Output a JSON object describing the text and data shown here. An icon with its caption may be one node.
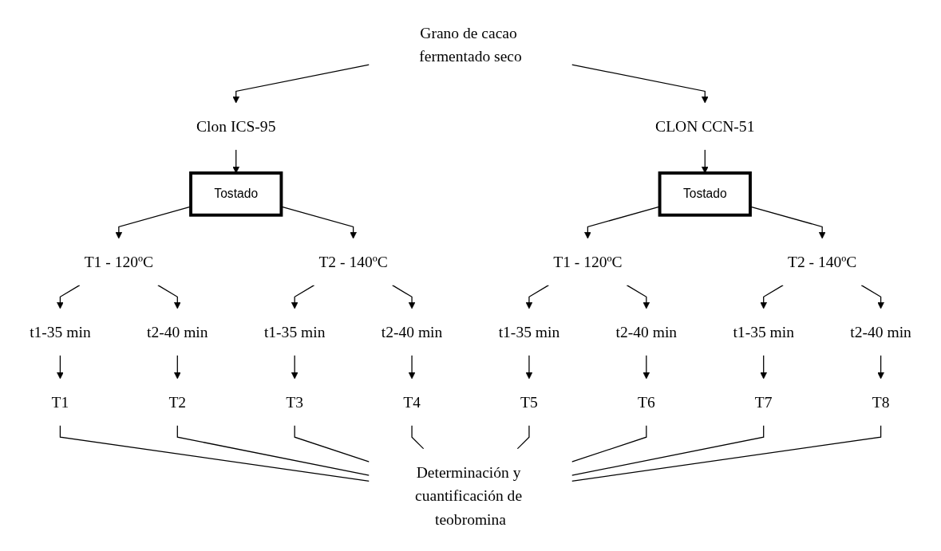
{
  "diagram": {
    "nodes": [
      {
        "text": [
          "Grano de cacao fermentado seco"
        ]
      },
      {
        "text": [
          "Clon ICS-95"
        ]
      },
      {
        "text": [
          "CLON CCN-51"
        ]
      },
      {
        "text": [
          "Tostado"
        ]
      },
      {
        "text": [
          "Tostado"
        ]
      },
      {
        "text": [
          "T1 - 120ºC"
        ]
      },
      {
        "text": [
          "T2 - 140ºC"
        ]
      },
      {
        "text": [
          "T1 - 120ºC"
        ]
      },
      {
        "text": [
          "T2 - 140ºC"
        ]
      },
      {
        "text": [
          "t1-35 min"
        ]
      },
      {
        "text": [
          "t2-40 min"
        ]
      },
      {
        "text": [
          "t1-35 min"
        ]
      },
      {
        "text": [
          "t2-40 min"
        ]
      },
      {
        "text": [
          "t1-35 min"
        ]
      },
      {
        "text": [
          "t2-40 min"
        ]
      },
      {
        "text": [
          "t1-35 min"
        ]
      },
      {
        "text": [
          "t2-40 min"
        ]
      },
      {
        "text": [
          "T1"
        ]
      },
      {
        "text": [
          "T2"
        ]
      },
      {
        "text": [
          "T3"
        ]
      },
      {
        "text": [
          "T4"
        ]
      },
      {
        "text": [
          "T5"
        ]
      },
      {
        "text": [
          "T6"
        ]
      },
      {
        "text": [
          "T7"
        ]
      },
      {
        "text": [
          "T8"
        ]
      },
      {
        "text": [
          "Determinación y cuantificación de teobromina"
        ]
      }
    ],
    "edges": [
      {
        "from": 0,
        "to": 1,
        "arrow": "to"
      },
      {
        "from": 0,
        "to": 2,
        "arrow": "to"
      },
      {
        "from": 1,
        "to": 3,
        "arrow": "to"
      },
      {
        "from": 2,
        "to": 4,
        "arrow": "to"
      },
      {
        "from": 3,
        "to": 5,
        "arrow": "to"
      },
      {
        "from": 3,
        "to": 6,
        "arrow": "to"
      },
      {
        "from": 4,
        "to": 7,
        "arrow": "to"
      },
      {
        "from": 4,
        "to": 8,
        "arrow": "to"
      },
      {
        "from": 5,
        "to": 9,
        "arrow": "to"
      },
      {
        "from": 5,
        "to": 10,
        "arrow": "to"
      },
      {
        "from": 6,
        "to": 11,
        "arrow": "to"
      },
      {
        "from": 6,
        "to": 12,
        "arrow": "to"
      },
      {
        "from": 7,
        "to": 13,
        "arrow": "to"
      },
      {
        "from": 7,
        "to": 14,
        "arrow": "to"
      },
      {
        "from": 8,
        "to": 15,
        "arrow": "to"
      },
      {
        "from": 8,
        "to": 16,
        "arrow": "to"
      },
      {
        "from": 9,
        "to": 17,
        "arrow": "to"
      },
      {
        "from": 10,
        "to": 18,
        "arrow": "to"
      },
      {
        "from": 11,
        "to": 19,
        "arrow": "to"
      },
      {
        "from": 12,
        "to": 20,
        "arrow": "to"
      },
      {
        "from": 13,
        "to": 21,
        "arrow": "to"
      },
      {
        "from": 14,
        "to": 22,
        "arrow": "to"
      },
      {
        "from": 15,
        "to": 23,
        "arrow": "to"
      },
      {
        "from": 16,
        "to": 24,
        "arrow": "to"
      },
      {
        "from": 17,
        "to": 25,
        "arrow": "none"
      },
      {
        "from": 18,
        "to": 25,
        "arrow": "none"
      },
      {
        "from": 19,
        "to": 25,
        "arrow": "none"
      },
      {
        "from": 20,
        "to": 25,
        "arrow": "none"
      },
      {
        "from": 21,
        "to": 25,
        "arrow": "none"
      },
      {
        "from": 22,
        "to": 25,
        "arrow": "none"
      },
      {
        "from": 23,
        "to": 25,
        "arrow": "none"
      },
      {
        "from": 24,
        "to": 25,
        "arrow": "none"
      }
    ]
  }
}
